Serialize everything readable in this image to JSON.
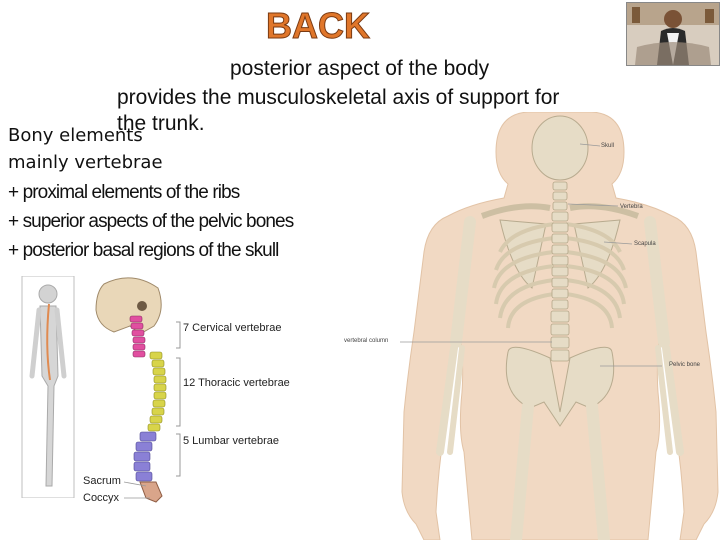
{
  "slide": {
    "title": "BACK",
    "subtitle_lines": [
      "posterior aspect of the body",
      "provides the musculoskeletal axis of support for",
      "the trunk."
    ],
    "bony_heading": "Bony elements",
    "bony_main": "mainly  vertebrae",
    "bullets": [
      "+  proximal elements of the ribs",
      "+ superior aspects of the pelvic bones",
      "+ posterior basal regions of the skull"
    ]
  },
  "spine_figure": {
    "labels": {
      "cervical": "7 Cervical vertebrae",
      "thoracic": "12 Thoracic vertebrae",
      "lumbar": "5 Lumbar vertebrae",
      "sacrum": "Sacrum",
      "coccyx": "Coccyx"
    },
    "colors": {
      "cervical": "#e14fa0",
      "thoracic": "#d8d44a",
      "lumbar": "#8a80d6",
      "sacrum": "#d9a58a"
    }
  },
  "skeleton_figure": {
    "labels": {
      "skull": "Skull",
      "vertebra": "Vertebra",
      "scapula": "Scapula",
      "vertebral_column": "vertebral column",
      "pelvic_bone": "Pelvic bone"
    }
  },
  "photo": {
    "icon": "person-photo"
  },
  "colors": {
    "title": "#e0762a",
    "bone": "#e6dcc6",
    "body": "#f1d9c3"
  }
}
